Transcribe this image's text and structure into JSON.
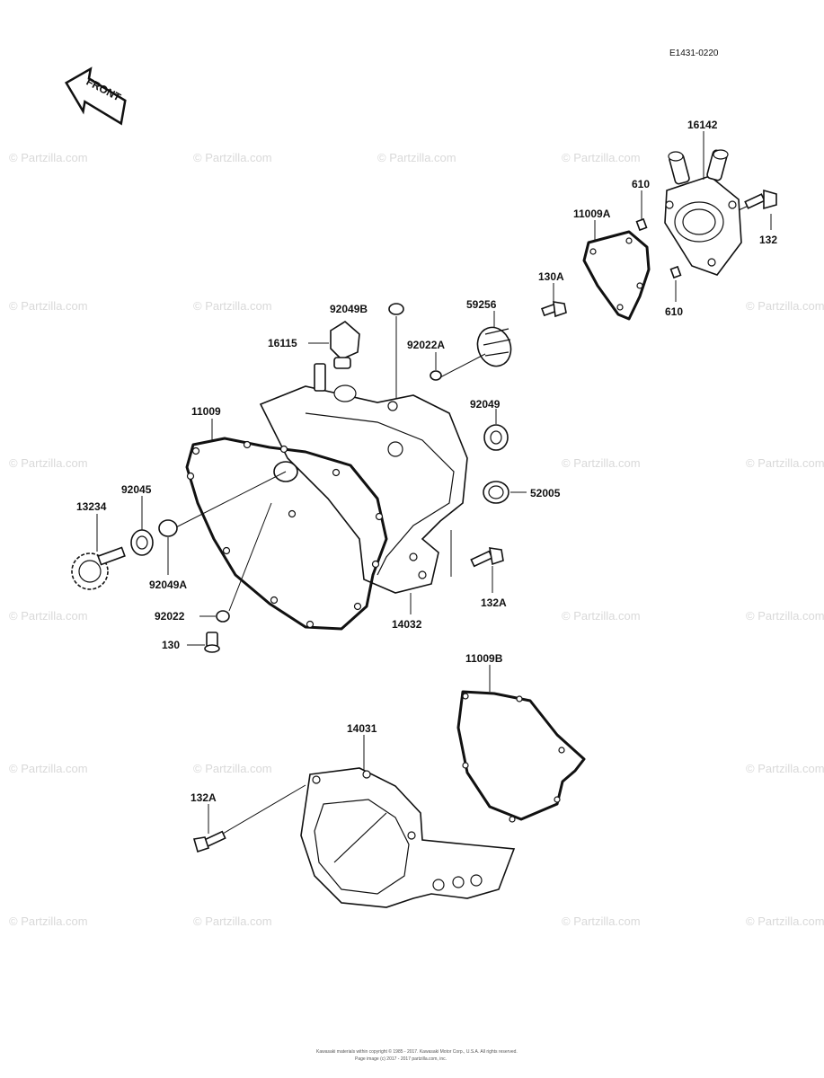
{
  "diagram_code": "E1431-0220",
  "front_arrow_label": "FRONT",
  "watermark_text": "© Partzilla.com",
  "footer_line1": "Kawasaki materials within copyright © 1985 - 2017. Kawasaki Motor Corp., U.S.A. All rights reserved.",
  "footer_line2": "Page image (c) 2017 - 2017 partzilla.com, inc.",
  "parts": {
    "p16142": "16142",
    "p610a": "610",
    "p11009A": "11009A",
    "p132": "132",
    "p130A": "130A",
    "p610b": "610",
    "p92049B": "92049B",
    "p59256": "59256",
    "p16115": "16115",
    "p92022A": "92022A",
    "p11009": "11009",
    "p92049": "92049",
    "p92045": "92045",
    "p13234": "13234",
    "p52005": "52005",
    "p92049A": "92049A",
    "p132A_top": "132A",
    "p92022": "92022",
    "p14032": "14032",
    "p130": "130",
    "p11009B": "11009B",
    "p14031": "14031",
    "p132A_bottom": "132A"
  },
  "colors": {
    "line": "#111111",
    "watermark": "#d9d9d9",
    "background": "#ffffff"
  }
}
